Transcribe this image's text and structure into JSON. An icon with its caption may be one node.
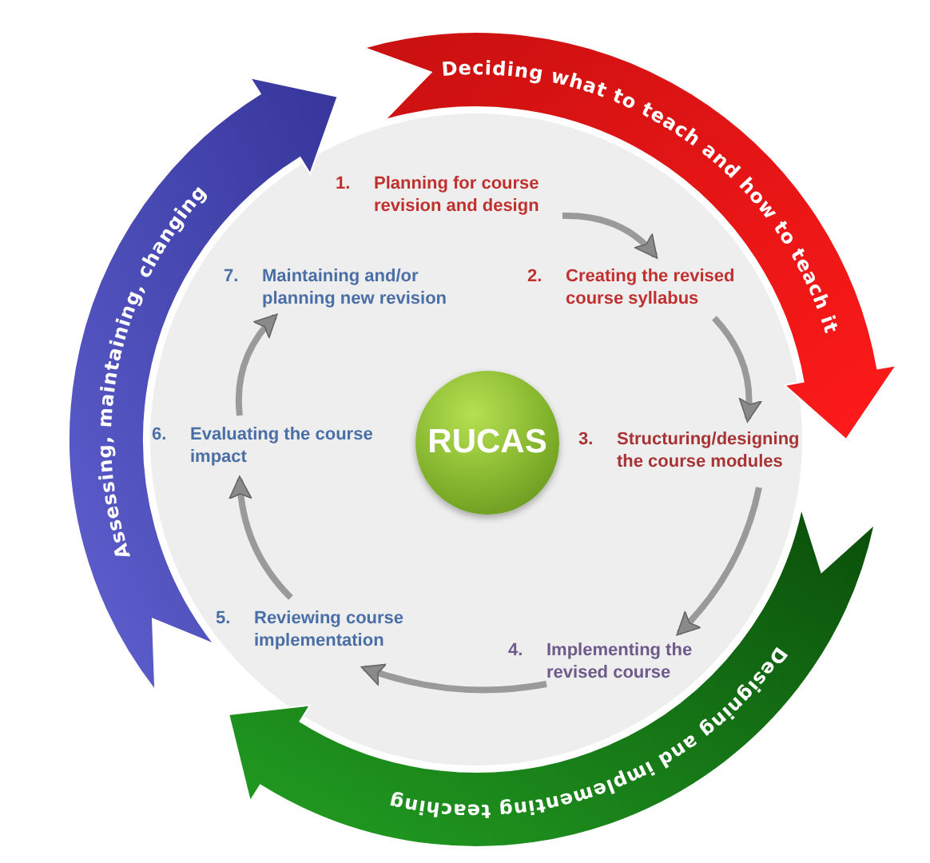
{
  "diagram": {
    "nodes": [
      {
        "text": [
          "Deciding what to teach and how to teach it"
        ]
      },
      {
        "text": [
          "Designing and implementing teaching"
        ]
      },
      {
        "text": [
          "Assessing, maintaining, changing"
        ]
      },
      {
        "text": [
          "RUCAS"
        ]
      },
      {
        "text": [
          "1.",
          "Planning for course revision and design"
        ]
      },
      {
        "text": [
          "2.",
          "Creating the revised course syllabus"
        ]
      },
      {
        "text": [
          "3.",
          "Structuring/designing the course modules"
        ]
      },
      {
        "text": [
          "4.",
          "Implementing the revised course"
        ]
      },
      {
        "text": [
          "5.",
          "Reviewing course implementation"
        ]
      },
      {
        "text": [
          "6.",
          "Evaluating the course impact"
        ]
      },
      {
        "text": [
          "7.",
          "Maintaining and/or planning new revision"
        ]
      }
    ],
    "edges": [
      {
        "from": 4,
        "to": 5,
        "arrow": "to"
      },
      {
        "from": 5,
        "to": 6,
        "arrow": "to"
      },
      {
        "from": 6,
        "to": 7,
        "arrow": "to"
      },
      {
        "from": 7,
        "to": 8,
        "arrow": "to"
      },
      {
        "from": 8,
        "to": 9,
        "arrow": "to"
      },
      {
        "from": 9,
        "to": 10,
        "arrow": "to"
      }
    ]
  }
}
